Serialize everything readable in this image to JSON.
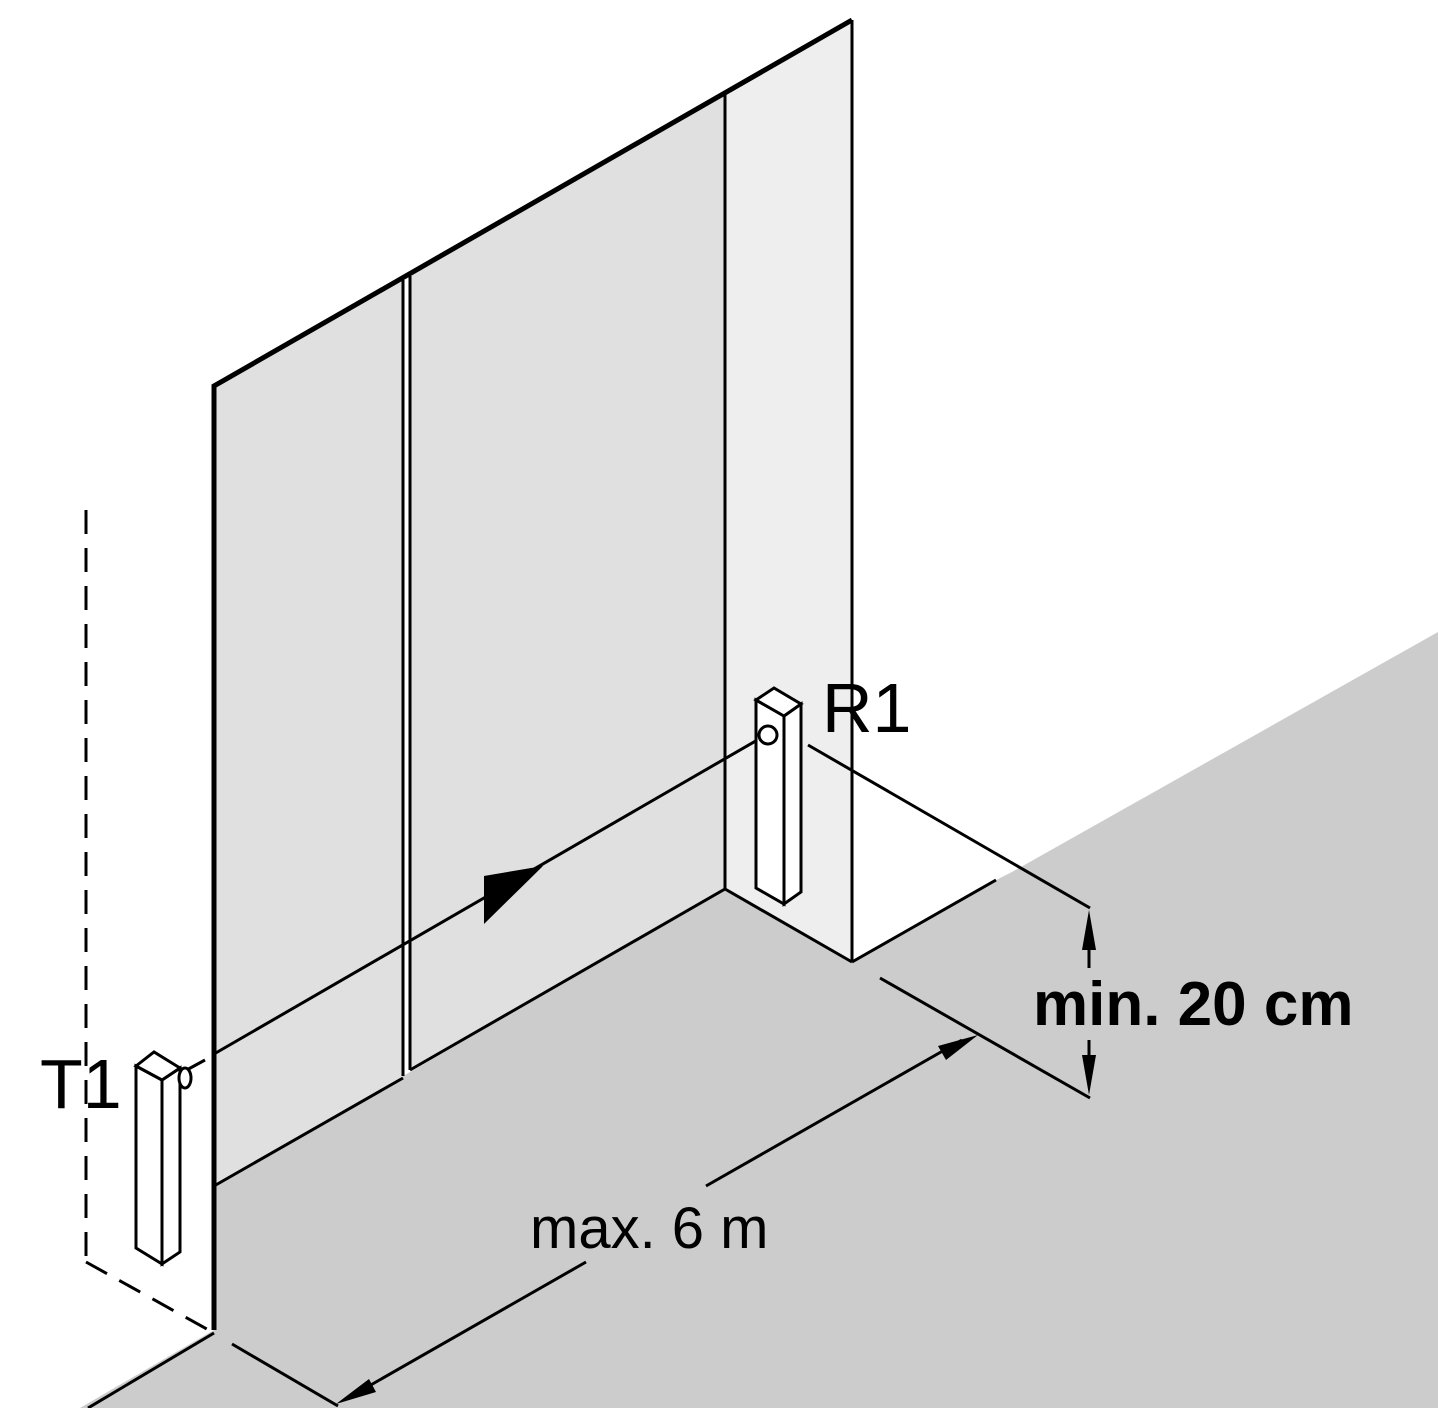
{
  "labels": {
    "transmitter": "T1",
    "receiver": "R1",
    "height": "min. 20 cm",
    "distance": "max. 6 m"
  },
  "colors": {
    "floor": "#cccccc",
    "door_panel": "#e0e0e0",
    "jamb": "#eeeeee",
    "line": "#000000"
  }
}
